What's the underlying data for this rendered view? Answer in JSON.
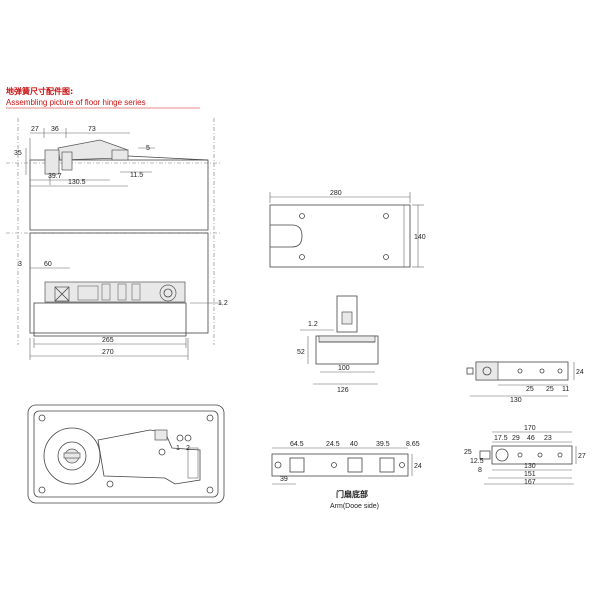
{
  "title": {
    "zh": "地弹簧尺寸配件图:",
    "en": "Assembling picture of floor hinge series"
  },
  "top_left": {
    "dims": [
      "27",
      "36",
      "73",
      "35",
      "5",
      "39.7",
      "11.5",
      "130.5"
    ]
  },
  "side_view": {
    "dims": [
      "3",
      "60",
      "1.2",
      "265",
      "270"
    ]
  },
  "plate_top": {
    "dims": [
      "280",
      "140"
    ]
  },
  "cover_side": {
    "dims": [
      "1.2",
      "52",
      "100",
      "126"
    ]
  },
  "bracket_right": {
    "dims": [
      "25",
      "25",
      "11",
      "130",
      "24"
    ]
  },
  "plan_view": {
    "labels": [
      "1",
      "2"
    ]
  },
  "arm_door": {
    "dims": [
      "64.5",
      "24.5",
      "40",
      "39.5",
      "8.65",
      "24",
      "39"
    ],
    "caption_zh": "门扇底部",
    "caption_en": "Arm(Dooe side)"
  },
  "arm_right": {
    "dims": [
      "170",
      "17.5",
      "29",
      "46",
      "23",
      "25",
      "12.5",
      "27",
      "130",
      "151",
      "167",
      "8"
    ]
  }
}
